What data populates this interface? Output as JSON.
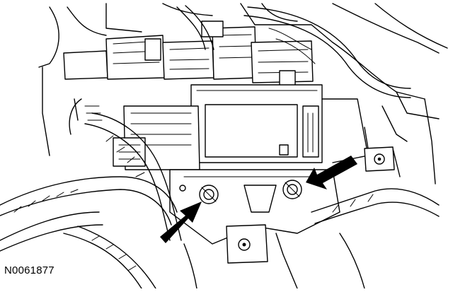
{
  "figure": {
    "id_label": "N0061877"
  },
  "icons": {
    "left_arrow": "arrow-pointing-up-right",
    "right_arrow": "arrow-pointing-down-left"
  },
  "colors": {
    "line": "#000000",
    "background": "#ffffff"
  }
}
